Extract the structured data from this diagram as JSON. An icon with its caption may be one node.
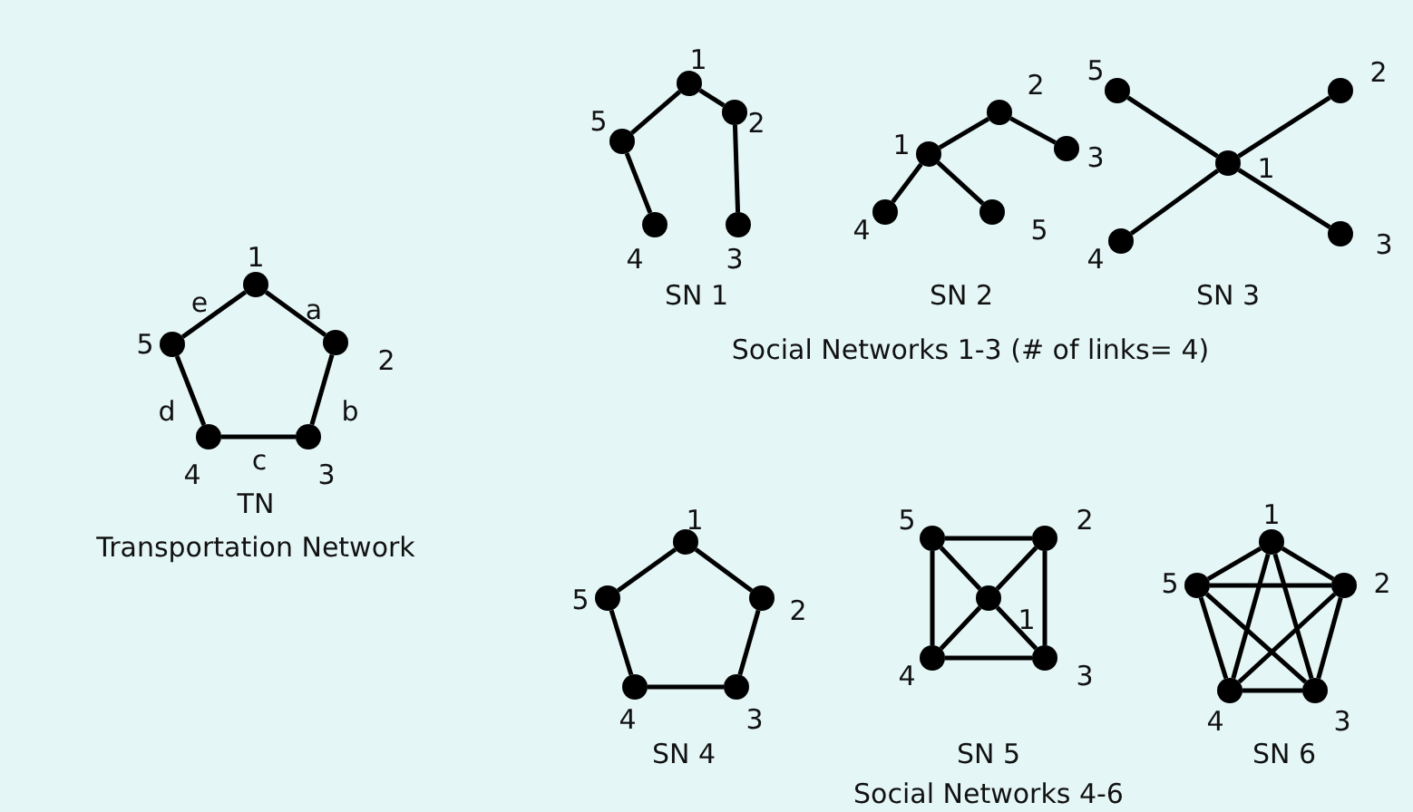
{
  "diagram": {
    "nodes": [
      {
        "text": [],
        "shape": "circle",
        "beside": [
          "1"
        ]
      },
      {
        "text": [],
        "shape": "circle",
        "beside": [
          "2"
        ]
      },
      {
        "text": [],
        "shape": "circle",
        "beside": [
          "3"
        ]
      },
      {
        "text": [],
        "shape": "circle",
        "beside": [
          "4"
        ]
      },
      {
        "text": [],
        "shape": "circle",
        "beside": [
          "5"
        ]
      },
      {
        "text": [],
        "shape": "circle",
        "beside": [
          "1"
        ]
      },
      {
        "text": [],
        "shape": "circle",
        "beside": [
          "2"
        ]
      },
      {
        "text": [],
        "shape": "circle",
        "beside": [
          "3"
        ]
      },
      {
        "text": [],
        "shape": "circle",
        "beside": [
          "4"
        ]
      },
      {
        "text": [],
        "shape": "circle",
        "beside": [
          "5"
        ]
      },
      {
        "text": [],
        "shape": "circle",
        "beside": [
          "1"
        ]
      },
      {
        "text": [],
        "shape": "circle",
        "beside": [
          "2"
        ]
      },
      {
        "text": [],
        "shape": "circle",
        "beside": [
          "3"
        ]
      },
      {
        "text": [],
        "shape": "circle",
        "beside": [
          "4"
        ]
      },
      {
        "text": [],
        "shape": "circle",
        "beside": [
          "5"
        ]
      },
      {
        "text": [],
        "shape": "circle",
        "beside": [
          "1"
        ]
      },
      {
        "text": [],
        "shape": "circle",
        "beside": [
          "2"
        ]
      },
      {
        "text": [],
        "shape": "circle",
        "beside": [
          "3"
        ]
      },
      {
        "text": [],
        "shape": "circle",
        "beside": [
          "4"
        ]
      },
      {
        "text": [],
        "shape": "circle",
        "beside": [
          "5"
        ]
      },
      {
        "text": [],
        "shape": "circle",
        "beside": [
          "1"
        ]
      },
      {
        "text": [],
        "shape": "circle",
        "beside": [
          "2"
        ]
      },
      {
        "text": [],
        "shape": "circle",
        "beside": [
          "3"
        ]
      },
      {
        "text": [],
        "shape": "circle",
        "beside": [
          "4"
        ]
      },
      {
        "text": [],
        "shape": "circle",
        "beside": [
          "5"
        ]
      },
      {
        "text": [],
        "shape": "circle",
        "beside": [
          "1"
        ]
      },
      {
        "text": [],
        "shape": "circle",
        "beside": [
          "2"
        ]
      },
      {
        "text": [],
        "shape": "circle",
        "beside": [
          "3"
        ]
      },
      {
        "text": [],
        "shape": "circle",
        "beside": [
          "4"
        ]
      },
      {
        "text": [],
        "shape": "circle",
        "beside": [
          "5"
        ]
      },
      {
        "text": [],
        "shape": "circle",
        "beside": [
          "1"
        ]
      },
      {
        "text": [],
        "shape": "circle",
        "beside": [
          "2"
        ]
      },
      {
        "text": [],
        "shape": "circle",
        "beside": [
          "3"
        ]
      },
      {
        "text": [],
        "shape": "circle",
        "beside": [
          "4"
        ]
      },
      {
        "text": [],
        "shape": "circle",
        "beside": [
          "5"
        ]
      }
    ],
    "edges": [
      {
        "from": 0,
        "to": 1,
        "arrow": "none",
        "label": "a"
      },
      {
        "from": 1,
        "to": 2,
        "arrow": "none",
        "label": "b"
      },
      {
        "from": 2,
        "to": 3,
        "arrow": "none",
        "label": "c"
      },
      {
        "from": 3,
        "to": 4,
        "arrow": "none",
        "label": "d"
      },
      {
        "from": 4,
        "to": 0,
        "arrow": "none",
        "label": "e"
      },
      {
        "from": 5,
        "to": 6,
        "arrow": "none"
      },
      {
        "from": 6,
        "to": 7,
        "arrow": "none"
      },
      {
        "from": 5,
        "to": 9,
        "arrow": "none"
      },
      {
        "from": 9,
        "to": 8,
        "arrow": "none"
      },
      {
        "from": 10,
        "to": 11,
        "arrow": "none"
      },
      {
        "from": 11,
        "to": 12,
        "arrow": "none"
      },
      {
        "from": 10,
        "to": 13,
        "arrow": "none"
      },
      {
        "from": 10,
        "to": 14,
        "arrow": "none"
      },
      {
        "from": 15,
        "to": 16,
        "arrow": "none"
      },
      {
        "from": 15,
        "to": 17,
        "arrow": "none"
      },
      {
        "from": 15,
        "to": 18,
        "arrow": "none"
      },
      {
        "from": 15,
        "to": 19,
        "arrow": "none"
      },
      {
        "from": 20,
        "to": 21,
        "arrow": "none"
      },
      {
        "from": 21,
        "to": 22,
        "arrow": "none"
      },
      {
        "from": 22,
        "to": 23,
        "arrow": "none"
      },
      {
        "from": 23,
        "to": 24,
        "arrow": "none"
      },
      {
        "from": 24,
        "to": 20,
        "arrow": "none"
      },
      {
        "from": 29,
        "to": 26,
        "arrow": "none"
      },
      {
        "from": 26,
        "to": 27,
        "arrow": "none"
      },
      {
        "from": 27,
        "to": 28,
        "arrow": "none"
      },
      {
        "from": 28,
        "to": 29,
        "arrow": "none"
      },
      {
        "from": 25,
        "to": 26,
        "arrow": "none"
      },
      {
        "from": 25,
        "to": 27,
        "arrow": "none"
      },
      {
        "from": 25,
        "to": 28,
        "arrow": "none"
      },
      {
        "from": 25,
        "to": 29,
        "arrow": "none"
      },
      {
        "from": 30,
        "to": 31,
        "arrow": "none"
      },
      {
        "from": 30,
        "to": 32,
        "arrow": "none"
      },
      {
        "from": 30,
        "to": 33,
        "arrow": "none"
      },
      {
        "from": 30,
        "to": 34,
        "arrow": "none"
      },
      {
        "from": 31,
        "to": 32,
        "arrow": "none"
      },
      {
        "from": 31,
        "to": 33,
        "arrow": "none"
      },
      {
        "from": 31,
        "to": 34,
        "arrow": "none"
      },
      {
        "from": 32,
        "to": 33,
        "arrow": "none"
      },
      {
        "from": 32,
        "to": 34,
        "arrow": "none"
      },
      {
        "from": 33,
        "to": 34,
        "arrow": "none"
      }
    ],
    "labels": [
      "SN 1",
      "SN 2",
      "SN 3",
      "Social Networks 1-3 (# of links= 4)",
      "TN",
      "Transportation Network",
      "SN 4",
      "SN 5",
      "SN 6",
      "Social Networks 4-6"
    ]
  }
}
